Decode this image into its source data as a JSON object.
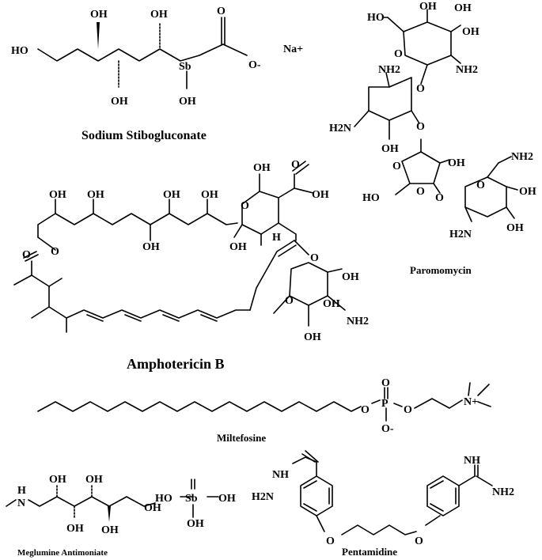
{
  "figure": {
    "structures": [
      {
        "name": "Sodium Stibogluconate",
        "atom_labels": [
          "OH",
          "OH",
          "O",
          "HO",
          "Sb",
          "O-",
          "Na+",
          "OH",
          "OH"
        ]
      },
      {
        "name": "Paromomycin",
        "atom_labels": [
          "OH",
          "OH",
          "HO",
          "OH",
          "O",
          "NH2",
          "NH2",
          "O",
          "H2N",
          "O",
          "OH",
          "O",
          "OH",
          "NH2",
          "O",
          "O",
          "HO",
          "O",
          "OH",
          "H2N",
          "OH"
        ]
      },
      {
        "name": "Amphotericin B",
        "atom_labels": [
          "OH",
          "O",
          "OH",
          "OH",
          "OH",
          "OH",
          "OH",
          "O",
          "OH",
          "O",
          "O",
          "OH",
          "OH",
          "H",
          "O",
          "O",
          "OH",
          "NH2",
          "OH"
        ]
      },
      {
        "name": "Miltefosine",
        "atom_labels": [
          "O",
          "O",
          "P",
          "O",
          "O-",
          "N+"
        ]
      },
      {
        "name": "Meglumine Antimoniate",
        "atom_labels": [
          "N",
          "H",
          "OH",
          "OH",
          "OH",
          "OH",
          "OH",
          "HO",
          "Sb",
          "OH",
          "OH"
        ]
      },
      {
        "name": "Pentamidine",
        "atom_labels": [
          "NH",
          "H2N",
          "O",
          "O",
          "NH",
          "NH2"
        ]
      }
    ]
  }
}
